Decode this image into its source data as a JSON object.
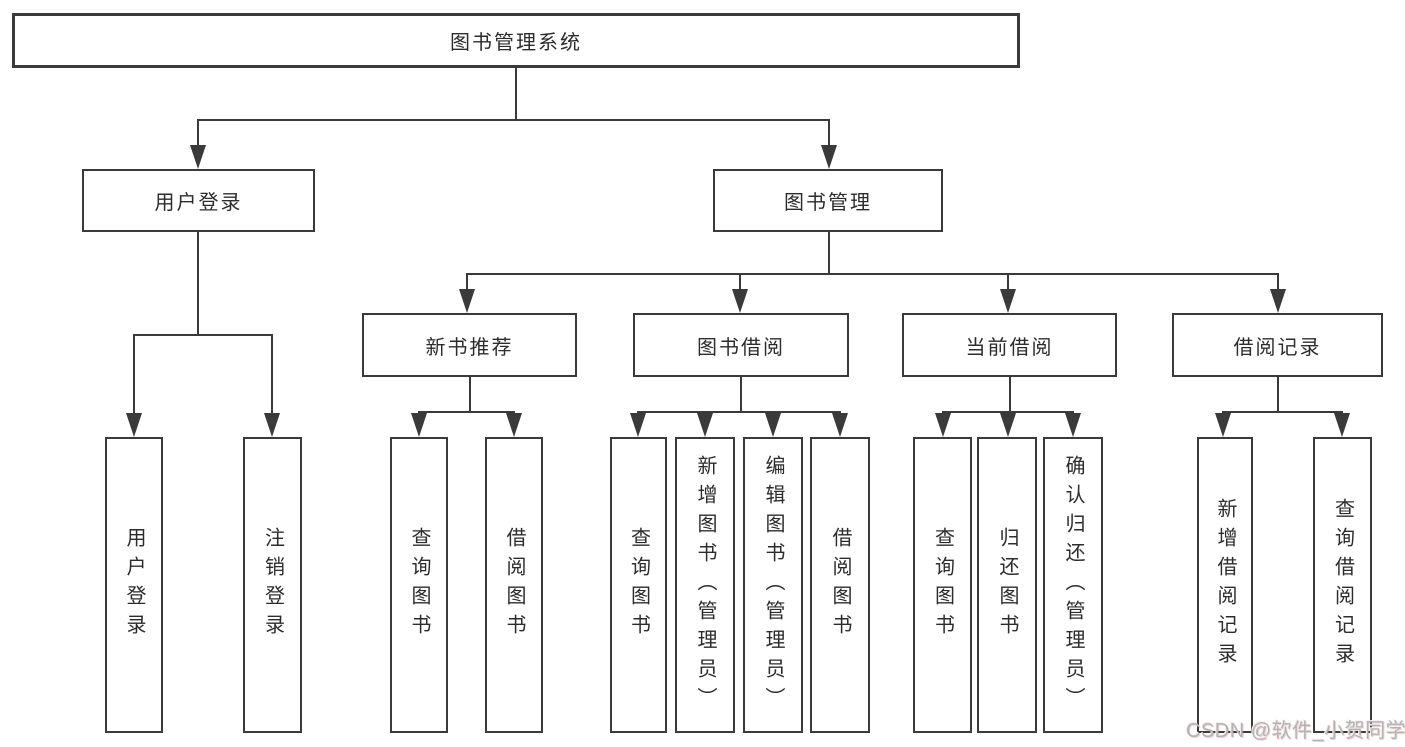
{
  "diagram": {
    "title": "图书管理系统",
    "level2": {
      "user_login": "用户登录",
      "book_management": "图书管理"
    },
    "level3": {
      "new_book_recommend": "新书推荐",
      "book_borrowing": "图书借阅",
      "current_borrowing": "当前借阅",
      "borrowing_records": "借阅记录"
    },
    "leaves": {
      "user_login": "用户登录",
      "logout": "注销登录",
      "query_books_under_recommend": "查询图书",
      "borrow_books_under_recommend": "借阅图书",
      "query_books_under_borrowing": "查询图书",
      "add_books_admin": "新增图书（管理员）",
      "edit_books_admin": "编辑图书（管理员）",
      "borrow_books_under_borrowing": "借阅图书",
      "query_books_under_current": "查询图书",
      "return_books": "归还图书",
      "confirm_return_admin": "确认归还（管理员）",
      "add_borrow_record": "新增借阅记录",
      "query_borrow_record": "查询借阅记录"
    },
    "structure": {
      "图书管理系统": [
        "用户登录",
        "图书管理"
      ],
      "用户登录": [
        "用户登录",
        "注销登录"
      ],
      "图书管理": [
        "新书推荐",
        "图书借阅",
        "当前借阅",
        "借阅记录"
      ],
      "新书推荐": [
        "查询图书",
        "借阅图书"
      ],
      "图书借阅": [
        "查询图书",
        "新增图书（管理员）",
        "编辑图书（管理员）",
        "借阅图书"
      ],
      "当前借阅": [
        "查询图书",
        "归还图书",
        "确认归还（管理员）"
      ],
      "借阅记录": [
        "新增借阅记录",
        "查询借阅记录"
      ]
    }
  },
  "watermark": {
    "text": "CSDN @软件_小贺同学"
  },
  "colors": {
    "line": "#3a3a3a",
    "text": "#2c2c2c",
    "background": "#ffffff",
    "watermark": "#b3b3b3"
  }
}
